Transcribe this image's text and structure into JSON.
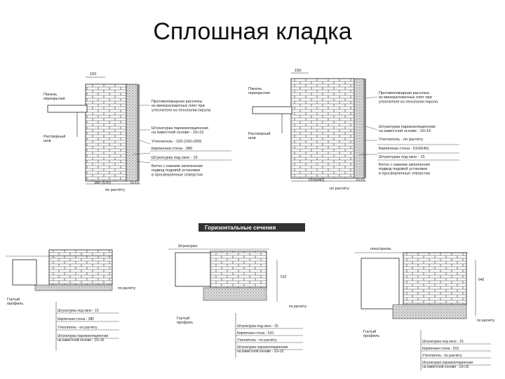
{
  "slide": {
    "title": "Сплошная кладка"
  },
  "diagram_top_left": {
    "dim_top": "150",
    "panel": "Панель\nперекрытия",
    "mortar": "Растворный\nшов",
    "fire_cut": "Противопожарная рассечка\nиз минераловатных плит при\nутеплителе из пенополистирола",
    "plaster_vapor": "Штукатурка пароизоляционная\nна известной основе - 10÷15",
    "insulation": "Утеплитель - 100 (150÷200)",
    "brick": "Кирпичная стена - 380",
    "plaster_inner": "Штукатурка под окно - 15",
    "bottom_note": "Бетон с камнем заполнения\nподвод подовой установки\nв просверленные отверстия",
    "dim_bottom": "380 (510)",
    "dim_side": "0÷15",
    "by_calc": "по расчёту"
  },
  "diagram_top_right": {
    "dim_top": "150",
    "panel": "Панель\nперекрытия",
    "mortar": "Растворный\nшов",
    "fire_cut": "Противопожарная рассечка\nиз минераловатных плит при\nутеплителе из пенополистирола",
    "plaster_vapor": "Штукатурка пароизоляционная\nна известной основе - 10÷15",
    "insulation": "Утеплитель - по расчёту",
    "brick": "Кирпичная стена - 510(640)",
    "plaster_inner": "Штукатурка под окно - 15",
    "bottom_note": "Бетон с камнем заполнения\nподвод подовой установки\nв просверленные отверстия",
    "dim_bottom": "510(640)",
    "dim_side": "0÷15",
    "by_calc": "по расчёту"
  },
  "section_header": "Горизонтальные сечения",
  "diagram_bottom_left": {
    "label_1": "Гнутый\nпрофиль",
    "plaster_inner": "Штукатурка под окно - 15",
    "brick": "Кирпичная стена - 380",
    "insulation": "Утеплитель - по расчёту",
    "plaster_vapor": "Штукатурка пароизоляционная\nна известной основе - 10÷15",
    "by_calc": "по расчёту"
  },
  "diagram_bottom_mid": {
    "top_label": "Штукатурка",
    "label_1": "Гнутый\nпрофиль",
    "plaster_inner": "Штукатурка под окно - 15",
    "brick": "Кирпичная стена - 510",
    "insulation": "Утеплитель - по расчёту",
    "plaster_vapor": "Штукатурка пароизоляционная\nна известной основе - 10÷15",
    "by_calc": "по расчёту",
    "dim_side": "510"
  },
  "diagram_bottom_right": {
    "top_label": "откос/цоколь",
    "label_1": "Гнутый\nпрофиль",
    "plaster_inner": "Штукатурка под окно - 15",
    "brick": "Кирпичная стена - 510",
    "insulation": "Утеплитель - по расчёту",
    "plaster_vapor": "Штукатурка пароизоляционная\nна известной основе - 10÷15",
    "by_calc": "по расчёту",
    "dim_side": "640"
  }
}
